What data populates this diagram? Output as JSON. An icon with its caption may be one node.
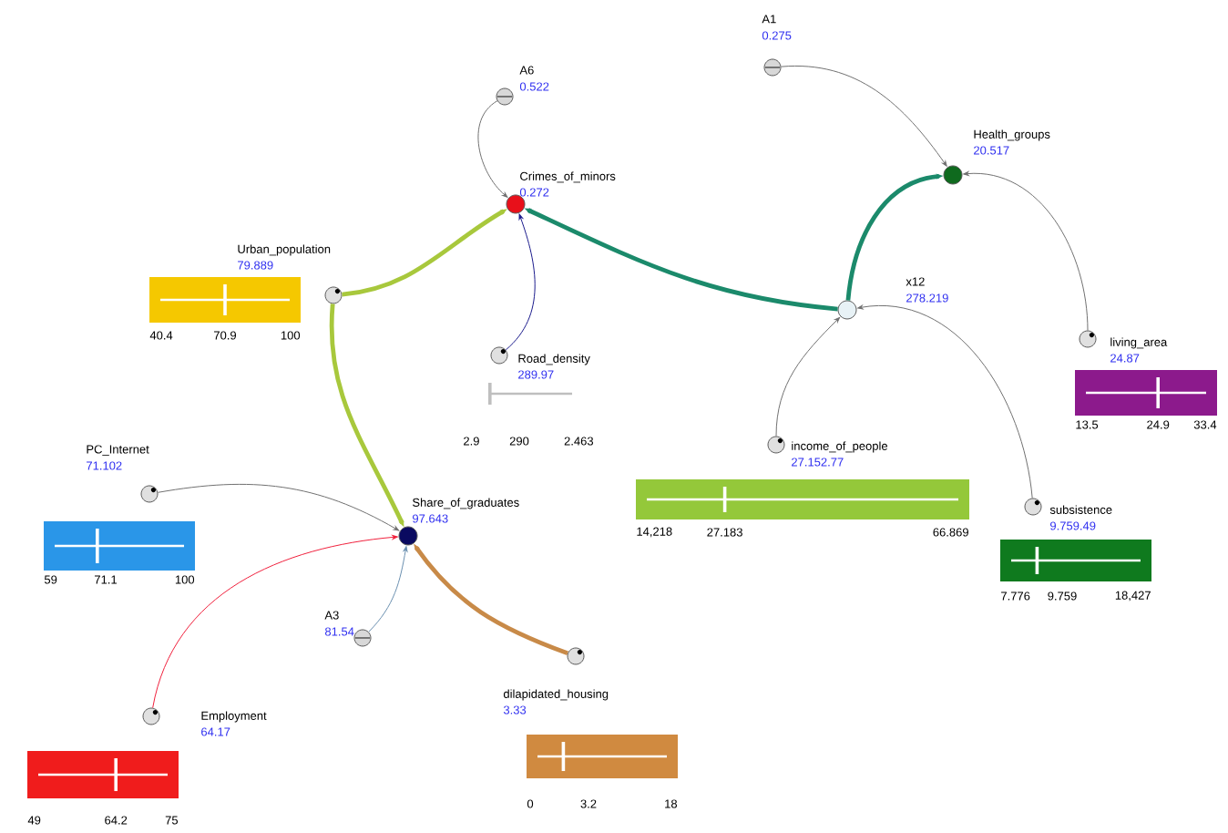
{
  "diagram": {
    "nodes": [
      {
        "text": [
          "A6",
          "0.522"
        ]
      },
      {
        "text": [
          "Crimes_of_minors",
          "0.272"
        ]
      },
      {
        "text": [
          "A1",
          "0.275"
        ]
      },
      {
        "text": [
          "Health_groups",
          "20.517"
        ]
      },
      {
        "text": [
          "Urban_population",
          "79.889"
        ]
      },
      {
        "text": [
          "Road_density",
          "289.97"
        ]
      },
      {
        "text": [
          "x12",
          "278.219"
        ]
      },
      {
        "text": [
          "living_area",
          "24.87"
        ]
      },
      {
        "text": [
          "PC_Internet",
          "71.102"
        ]
      },
      {
        "text": [
          "Share_of_graduates",
          "97.643"
        ]
      },
      {
        "text": [
          "income_of_people",
          "27.152.77"
        ]
      },
      {
        "text": [
          "subsistence",
          "9.759.49"
        ]
      },
      {
        "text": [
          "A3",
          "81.54"
        ]
      },
      {
        "text": [
          "dilapidated_housing",
          "3.33"
        ]
      },
      {
        "text": [
          "Employment",
          "64.17"
        ]
      }
    ],
    "edges": [
      {
        "from": 0,
        "to": 1,
        "arrow": "to"
      },
      {
        "from": 4,
        "to": 1,
        "arrow": "to",
        "style": "thick",
        "color": "#a8c83c"
      },
      {
        "from": 5,
        "to": 1,
        "arrow": "to",
        "color": "#1a1a8c"
      },
      {
        "from": 6,
        "to": 1,
        "arrow": "to",
        "style": "thick",
        "color": "#1b8a6b"
      },
      {
        "from": 2,
        "to": 3,
        "arrow": "to"
      },
      {
        "from": 6,
        "to": 3,
        "arrow": "to",
        "style": "thick",
        "color": "#1b8a6b"
      },
      {
        "from": 7,
        "to": 3,
        "arrow": "to"
      },
      {
        "from": 10,
        "to": 6,
        "arrow": "to"
      },
      {
        "from": 11,
        "to": 6,
        "arrow": "to"
      },
      {
        "from": 4,
        "to": 9,
        "arrow": "to",
        "style": "thick",
        "color": "#a8c83c"
      },
      {
        "from": 8,
        "to": 9,
        "arrow": "to"
      },
      {
        "from": 14,
        "to": 9,
        "arrow": "to",
        "color": "#f0203c"
      },
      {
        "from": 12,
        "to": 9,
        "arrow": "to",
        "color": "#6a90b0"
      },
      {
        "from": 13,
        "to": 9,
        "arrow": "to",
        "style": "thick",
        "color": "#c88a48"
      }
    ],
    "labels": [
      "40.4",
      "70.9",
      "100",
      "2.9",
      "290",
      "2.463",
      "13.5",
      "24.9",
      "33.4",
      "14,218",
      "27.183",
      "66.869",
      "59",
      "71.1",
      "100",
      "7.776",
      "9.759",
      "18,427",
      "0",
      "3.2",
      "18",
      "49",
      "64.2",
      "75"
    ]
  }
}
